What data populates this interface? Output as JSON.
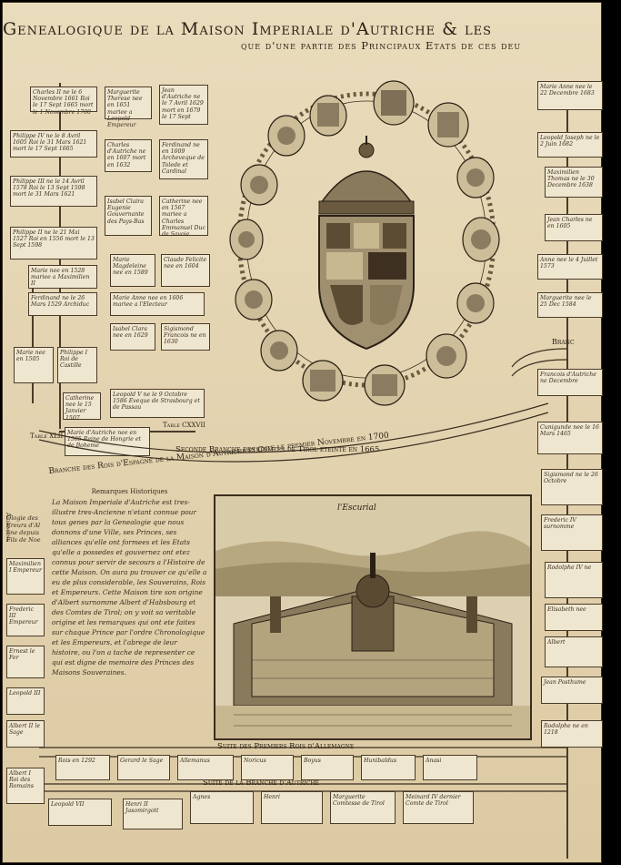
{
  "title": {
    "line1": "Genealogique de la Maison Imperiale d'Autriche & les",
    "line2": "que d'une partie des Principaux Etats de ces deu"
  },
  "bands": {
    "seconde_branche": "Seconde Branche des Comtes de Tirol eteinte en 1665",
    "rois_espagne": "Branche des Rois d'Espagne de la Maison d'Autriche eteinte le premier Novembre en 1700",
    "suite_premiers_rois": "Suite des Premiers Rois d'Allemagne",
    "suite_branche": "Suite de la Branche d'Autriche",
    "branche_right": "Branc",
    "allemans": "Allemans"
  },
  "tables": {
    "table_xlii": "Table XLII",
    "table_cxxvii": "Table CXXVII"
  },
  "engraving": {
    "caption": "l'Escurial"
  },
  "remarks": {
    "heading": "Remarques Historiques",
    "body": "La Maison Imperiale d'Autriche est tres-illustre tres-Ancienne n'etant connue pour tous genes par la Genealogie que nous donnons d'une Ville, ses Princes, ses alliances qu'elle ont formees et les Etats qu'elle a possedes et gouvernez ont etez connus pour servir de secours a l'Histoire de cette Maison. On aura pu trouver ce qu'elle a eu de plus considerable, les Souverains, Rois et Empereurs. Cette Maison tire son origine d'Albert surnomme Albert d'Habsbourg et des Comtes de Tirol; on y voit sa veritable origine et les remarques qui ont ete faites sur chaque Prince par l'ordre Chronologique et les Empereurs, et l'abrege de leur histoire, ou l'on a tache de representer ce qui est digne de memoire des Princes des Maisons Souveraines."
  },
  "left_column": [
    "Ologie des",
    "Ereurs d'Al",
    "nne depuis",
    "Fils de Noe"
  ],
  "boxes": {
    "b1": "Charles II ne le 6 Novembre 1661 Roi le 17 Sept 1665 mort le 1 Novembre 1700",
    "b2": "Marguerite Therese nee en 1651 mariee a Leopold Empereur",
    "b3": "Jean d'Autriche ne le 7 Avril 1629 mort en 1679 le 17 Sept",
    "b4": "Philippe IV ne le 8 Avril 1605 Roi le 31 Mars 1621 mort le 17 Sept 1665",
    "b5": "Charles d'Autriche ne en 1607 mort en 1632",
    "b6": "Ferdinand ne en 1609 Archeveque de Tolede et Cardinal",
    "b7": "Philippe III ne le 14 Avril 1578 Roi le 13 Sept 1598 mort le 31 Mars 1621",
    "b8": "Isabel Claira Eugenie Gouvernante des Pays-Bas",
    "b9": "Catherine nee en 1567 mariee a Charles Emmanuel Duc de Savoie",
    "b10": "Philippe II ne le 21 Mai 1527 Roi en 1556 mort le 13 Sept 1598",
    "b11": "Marie Magdeleine nee en 1589",
    "b12": "Claude Felicite nee en 1604",
    "b13": "Marie nee en 1528 mariee a Maximilien II",
    "b14": "Ferdinand ne le 26 Mars 1529 Archiduc",
    "b15": "Marie Anne nee en 1606 mariee a l'Electeur",
    "b16": "Isabel Clara nee en 1629",
    "b17": "Sigismond Francois ne en 1630",
    "b18": "Leopold V ne le 9 Octobre 1586 Eveque de Strasbourg et de Passau",
    "b19": "Catherine nee le 15 Janvier 1507",
    "b20": "Marie d'Autriche nee en 1505 Reine de Hongrie et de Boheme",
    "r1": "Marie Anne nee le 22 Decembre 1683",
    "r2": "Leopold Joseph ne le 2 Juin 1682",
    "r3": "Maximilien Thomas ne le 30 Decembre 1638",
    "r4": "Jean Charles ne en 1605",
    "r5": "Anne nee le 4 Juillet 1573",
    "r6": "Marguerite nee le 25 Dec 1584",
    "r7": "Francois d'Autriche ne Decembre",
    "r8": "Cunigunde nee le 16 Mars 1465",
    "r9": "Sigismond ne le 26 Octobre",
    "r10": "Frederic IV surnomme",
    "r11": "Rodolphe IV ne",
    "r12": "Elisabeth nee",
    "r13": "Albert",
    "r14": "Jean Posthume",
    "r15": "Rodolphe ne en 1218",
    "l1": "Marie nee en 1505",
    "l2": "Philippe I Roi de Castille",
    "l3": "Maximilien I Empereur",
    "l4": "Frederic III Empereur",
    "l5": "Ernest le Fer",
    "l6": "Leopold III",
    "l7": "Albert II le Sage",
    "l8": "Albert I Roi des Romains",
    "bt1": "Rois en 1292",
    "bt2": "Gerard le Sage",
    "bt3": "Allemanus",
    "bt4": "Noricus",
    "bt5": "Boyus",
    "bt6": "Hunibaldus",
    "bt7": "Anasi",
    "bb1": "Leopold VII",
    "bb2": "Henri II Jasomirgott",
    "bb3": "Agnes",
    "bb4": "Henri",
    "bb5": "Marguerite Comtesse de Tirol",
    "bb6": "Meinard IV dernier Comte de Tirol"
  },
  "colors": {
    "paper": "#e6d7b5",
    "ink": "#2b2116",
    "frame": "#000000"
  }
}
